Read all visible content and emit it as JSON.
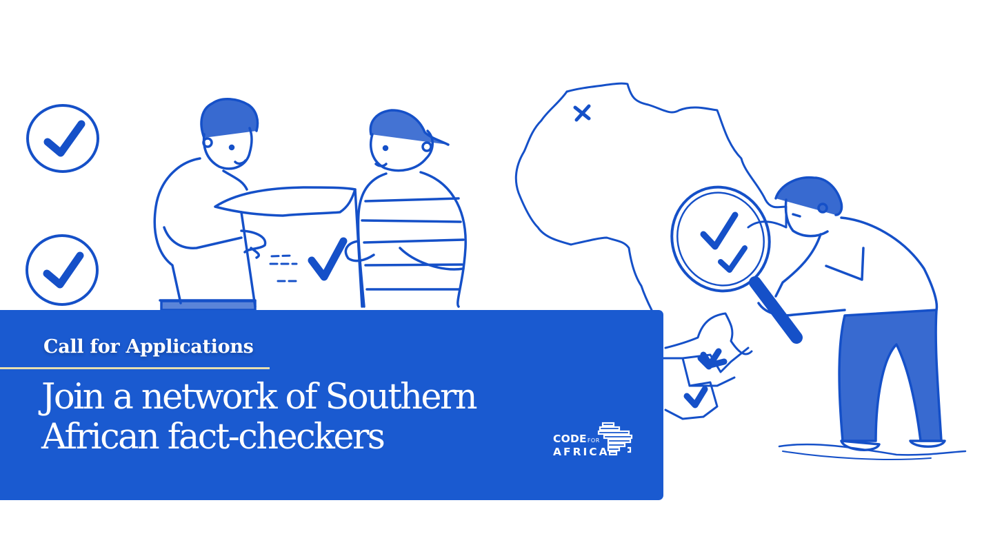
{
  "banner": {
    "kicker": "Call for Applications",
    "headline_line1": "Join a network of Southern",
    "headline_line2": "African fact-checkers"
  },
  "logo": {
    "word1": "CODE",
    "word2": "FOR",
    "word3": "AFRICA"
  },
  "colors": {
    "panel_blue": "#1a5ad0",
    "ink_blue": "#1550c8",
    "rule_gold": "#e9dfae",
    "background": "#ffffff"
  },
  "illustration": {
    "left_icons": [
      "check-circle-icon",
      "check-circle-icon"
    ],
    "scene": [
      "two-people-reviewing-document",
      "africa-map-outline",
      "person-with-magnifying-glass"
    ],
    "map_marks": [
      "x-mark",
      "check-mark",
      "check-mark"
    ],
    "magnifier_marks": [
      "check-mark",
      "check-mark"
    ]
  }
}
